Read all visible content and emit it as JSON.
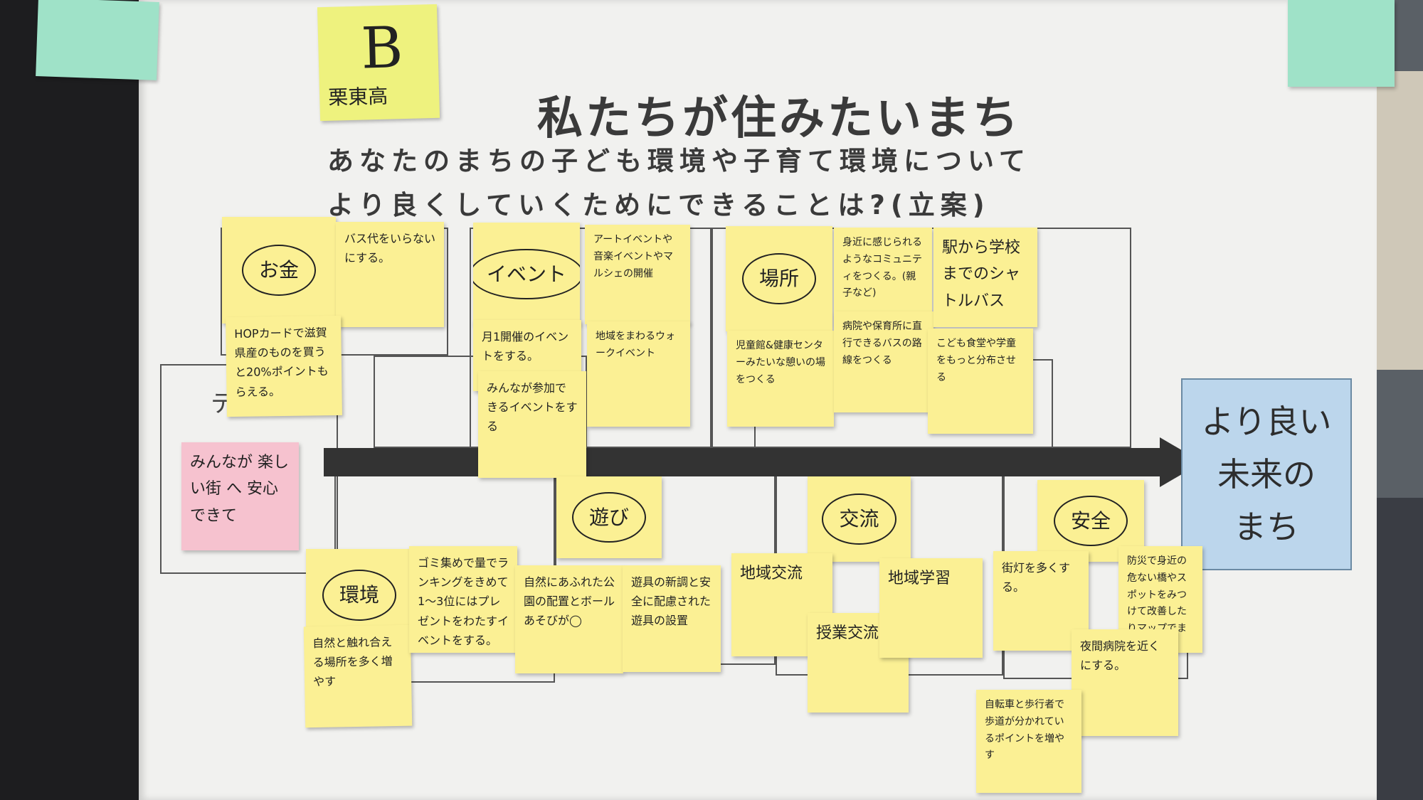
{
  "poster": {
    "title": "私たちが住みたいまち",
    "subtitle_line1": "あなたのまちの子ども環境や子育て環境について",
    "subtitle_line2": "より良くしていくためにできることは?(立案)",
    "theme_label": "テーマ",
    "result_lines": [
      "より良い",
      "未来の",
      "まち"
    ]
  },
  "group_note": {
    "letter": "B",
    "school": "栗東高"
  },
  "theme_note": "みんなが 楽しい街 へ 安心できて",
  "top_categories": [
    {
      "header": "お金",
      "notes": [
        "バス代をいらないにする。",
        "HOPカードで滋賀県産のものを買うと20%ポイントもらえる。"
      ]
    },
    {
      "header": "イベント",
      "notes": [
        "月1開催のイベントをする。",
        "みんなが参加できるイベントをする",
        "アートイベントや音楽イベントやマルシェの開催",
        "地域をまわるウォークイベント"
      ]
    },
    {
      "header": "場所",
      "notes": [
        "児童館&健康センターみたいな憩いの場をつくる",
        "身近に感じられるようなコミュニティをつくる。(親子など)",
        "病院や保育所に直行できるバスの路線をつくる",
        "駅から学校までのシャトルバス",
        "こども食堂や学童をもっと分布させる"
      ]
    }
  ],
  "bottom_categories": [
    {
      "header": "環境",
      "notes": [
        "自然と触れ合える場所を多く増やす",
        "ゴミ集めで量でランキングをきめて1〜3位にはプレゼントをわたすイベントをする。"
      ]
    },
    {
      "header": "遊び",
      "notes": [
        "自然にあふれた公園の配置とボールあそびが◯",
        "遊具の新調と安全に配慮された遊具の設置"
      ]
    },
    {
      "header": "交流",
      "notes": [
        "地域交流",
        "授業交流",
        "地域学習"
      ]
    },
    {
      "header": "安全",
      "notes": [
        "街灯を多くする。",
        "防災で身近の危ない橋やスポットをみつけて改善したりマップでまとめる",
        "夜間病院を近くにする。",
        "自転車と歩行者で歩道が分かれているポイントを増やす"
      ]
    }
  ],
  "colors": {
    "poster": "#f1f1ef",
    "sticky_yellow": "#fbf094",
    "sticky_pink": "#f6c2cf",
    "sticky_lime": "#eef27e",
    "sticky_mint": "#9fe2c8",
    "result_blue": "#bcd6ec",
    "arrow": "#333333"
  }
}
